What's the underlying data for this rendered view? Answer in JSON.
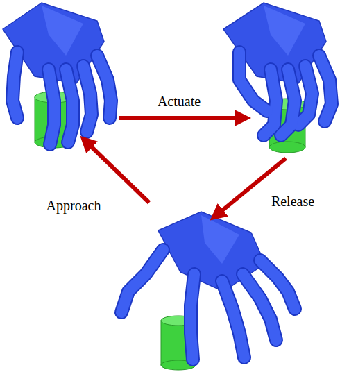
{
  "diagram": {
    "labels": [
      "Actuate",
      "Approach",
      "Release"
    ]
  }
}
